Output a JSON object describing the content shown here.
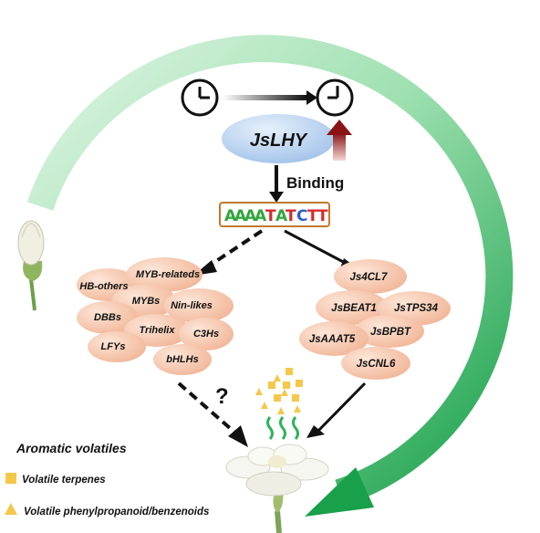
{
  "center": {
    "protein": "JsLHY",
    "binding_label": "Binding",
    "motif": "AAAATATCTT",
    "question_mark": "?"
  },
  "tf_families": [
    "MYB-relateds",
    "HB-others",
    "MYBs",
    "Nin-likes",
    "DBBs",
    "Trihelix",
    "C3Hs",
    "LFYs",
    "bHLHs"
  ],
  "target_genes": [
    "Js4CL7",
    "JsBEAT1",
    "JsTPS34",
    "JsBPBT",
    "JsAAAT5",
    "JsCNL6"
  ],
  "legend": {
    "title": "Aromatic volatiles",
    "items": [
      {
        "label": "Volatile terpenes",
        "shape": "square"
      },
      {
        "label": "Volatile phenylpropanoid/benzenoids",
        "shape": "triangle"
      }
    ]
  },
  "colors": {
    "legend_yellow": "#f5c84a",
    "node_fill": "#f3c0a4",
    "protein_fill": "#b8d2ee",
    "cycle_green": "#2fb35a",
    "up_arrow": "#8a1414"
  },
  "icons": [
    "clock-icon-early",
    "clock-icon-late",
    "flower-bud-icon",
    "open-flower-icon"
  ]
}
